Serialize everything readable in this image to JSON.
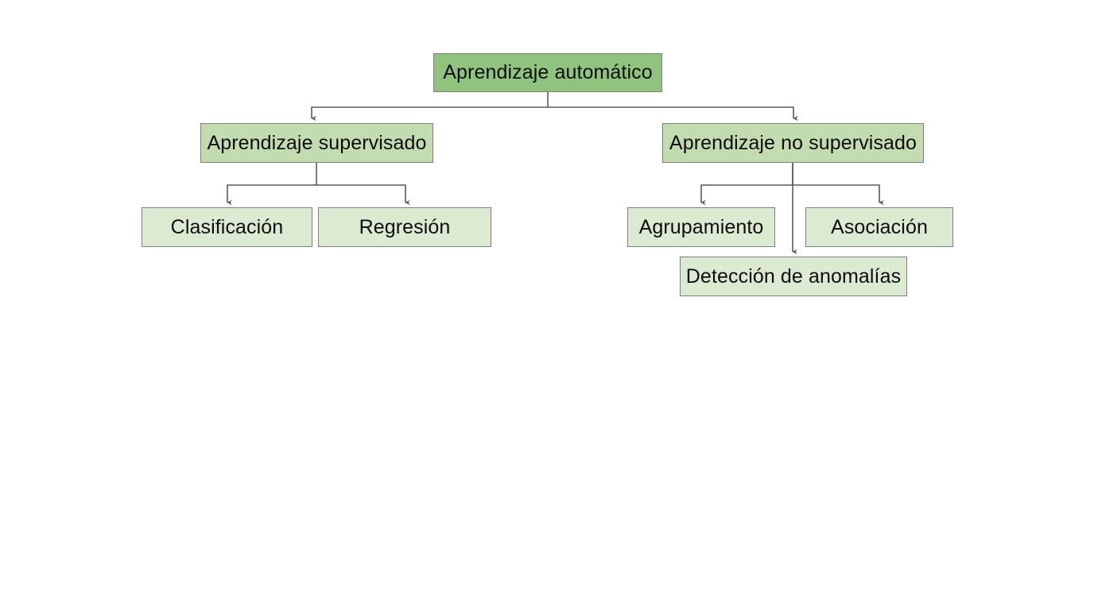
{
  "diagram": {
    "title": "Aprendizaje automático",
    "language": "es",
    "background_color": "#ffffff",
    "border_color": "#7f7f7f",
    "connector_color": "#5a5a5a",
    "palette": {
      "root_fill": "#90c47e",
      "branch_fill": "#c2dcb0",
      "leaf_fill": "#dcead1",
      "text_color": "#0d0d0d"
    },
    "nodes": {
      "root": {
        "label": "Aprendizaje automático",
        "level": 0
      },
      "supervised": {
        "label": "Aprendizaje supervisado",
        "level": 1
      },
      "unsupervised": {
        "label": "Aprendizaje no supervisado",
        "level": 1
      },
      "classification": {
        "label": "Clasificación",
        "level": 2
      },
      "regression": {
        "label": "Regresión",
        "level": 2
      },
      "clustering": {
        "label": "Agrupamiento",
        "level": 2
      },
      "association": {
        "label": "Asociación",
        "level": 2
      },
      "anomaly_detection": {
        "label": "Detección de anomalías",
        "level": 2
      }
    },
    "edges": [
      {
        "from": "root",
        "to": "supervised"
      },
      {
        "from": "root",
        "to": "unsupervised"
      },
      {
        "from": "supervised",
        "to": "classification"
      },
      {
        "from": "supervised",
        "to": "regression"
      },
      {
        "from": "unsupervised",
        "to": "clustering"
      },
      {
        "from": "unsupervised",
        "to": "association"
      },
      {
        "from": "unsupervised",
        "to": "anomaly_detection"
      }
    ]
  }
}
